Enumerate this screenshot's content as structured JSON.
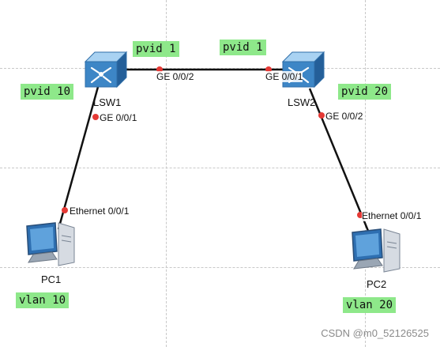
{
  "devices": {
    "lsw1": {
      "label": "LSW1",
      "icon": "switch-icon"
    },
    "lsw2": {
      "label": "LSW2",
      "icon": "switch-icon"
    },
    "pc1": {
      "label": "PC1",
      "icon": "pc-icon"
    },
    "pc2": {
      "label": "PC2",
      "icon": "pc-icon"
    }
  },
  "ports": {
    "lsw1_ge002": "GE 0/0/2",
    "lsw1_ge001": "GE 0/0/1",
    "lsw2_ge001": "GE 0/0/1",
    "lsw2_ge002": "GE 0/0/2",
    "pc1_eth": "Ethernet 0/0/1",
    "pc2_eth": "Ethernet 0/0/1"
  },
  "annotations": {
    "pvid_lsw1_trunk": "pvid 1",
    "pvid_lsw2_trunk": "pvid 1",
    "pvid_lsw1_access": "pvid 10",
    "pvid_lsw2_access": "pvid 20",
    "vlan_pc1": "vlan 10",
    "vlan_pc2": "vlan 20"
  },
  "watermark": "CSDN @m0_52126525",
  "colors": {
    "tag_bg": "#8ee88a",
    "port_dot": "#e53935",
    "link": "#111111",
    "switch_blue": "#3d86c6"
  }
}
